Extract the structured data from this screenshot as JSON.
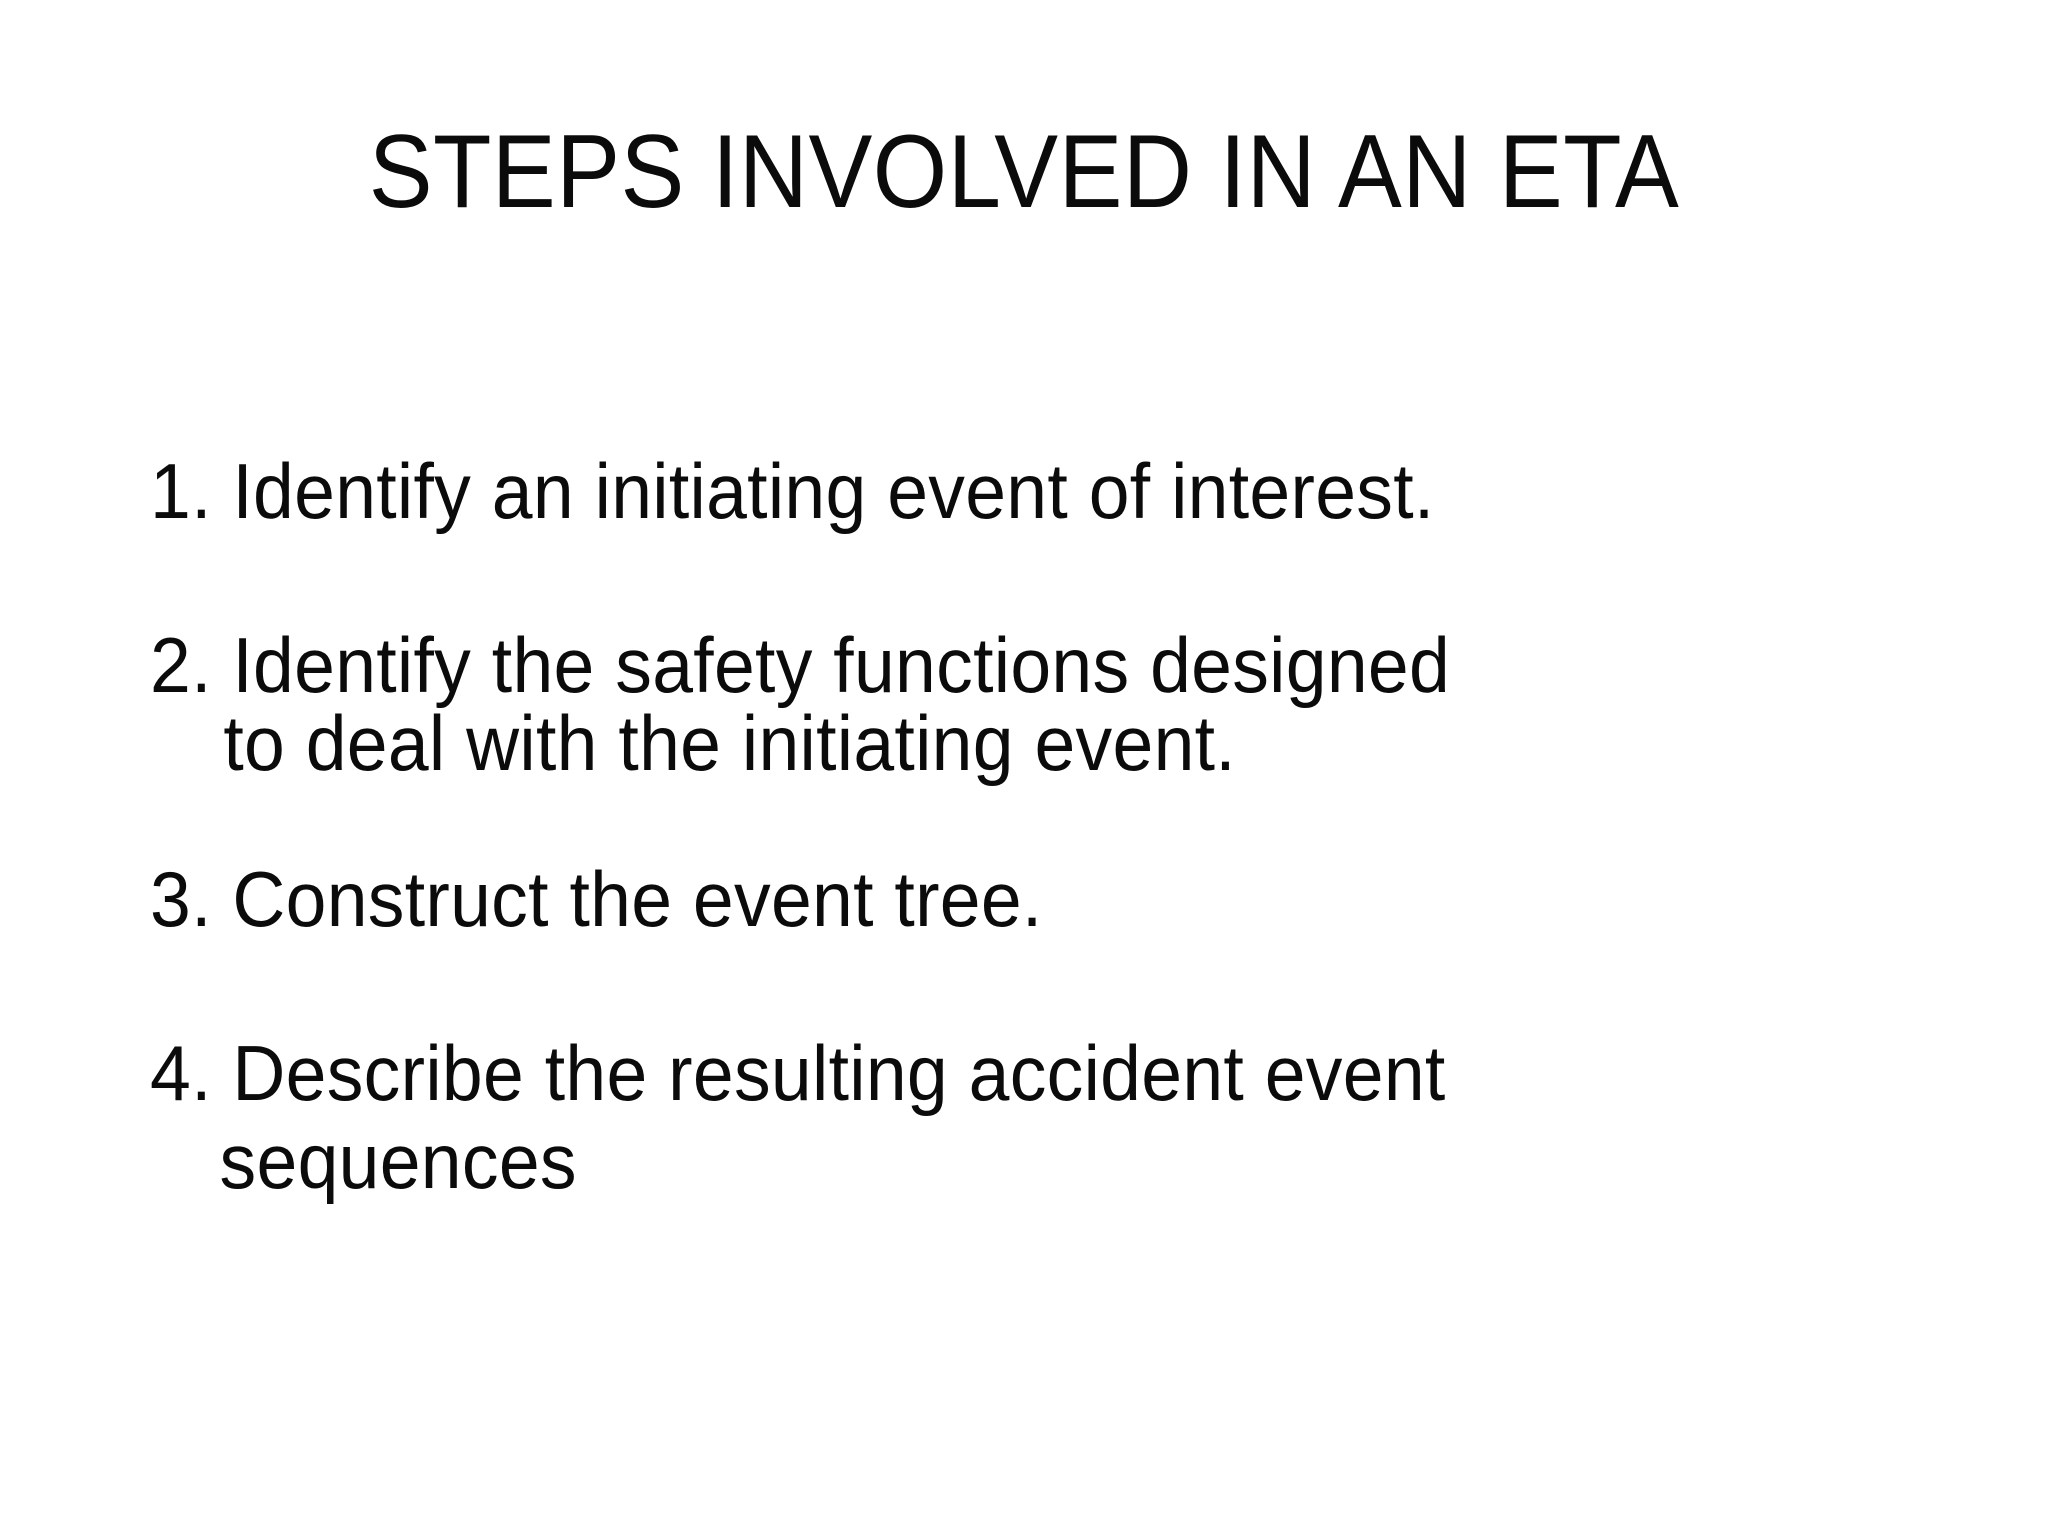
{
  "slide": {
    "background_color": "#ffffff",
    "text_color": "#0b0b0b",
    "title": "STEPS INVOLVED IN AN ETA",
    "items": [
      {
        "number": "1.",
        "text": "1. Identify an initiating event of interest.",
        "continuation": null
      },
      {
        "number": "2.",
        "text": "2. Identify the safety functions designed",
        "continuation": "to deal with the initiating event."
      },
      {
        "number": "3.",
        "text": "3. Construct the event tree.",
        "continuation": null
      },
      {
        "number": "4.",
        "text": "4. Describe the resulting accident event",
        "continuation": "sequences"
      }
    ]
  }
}
